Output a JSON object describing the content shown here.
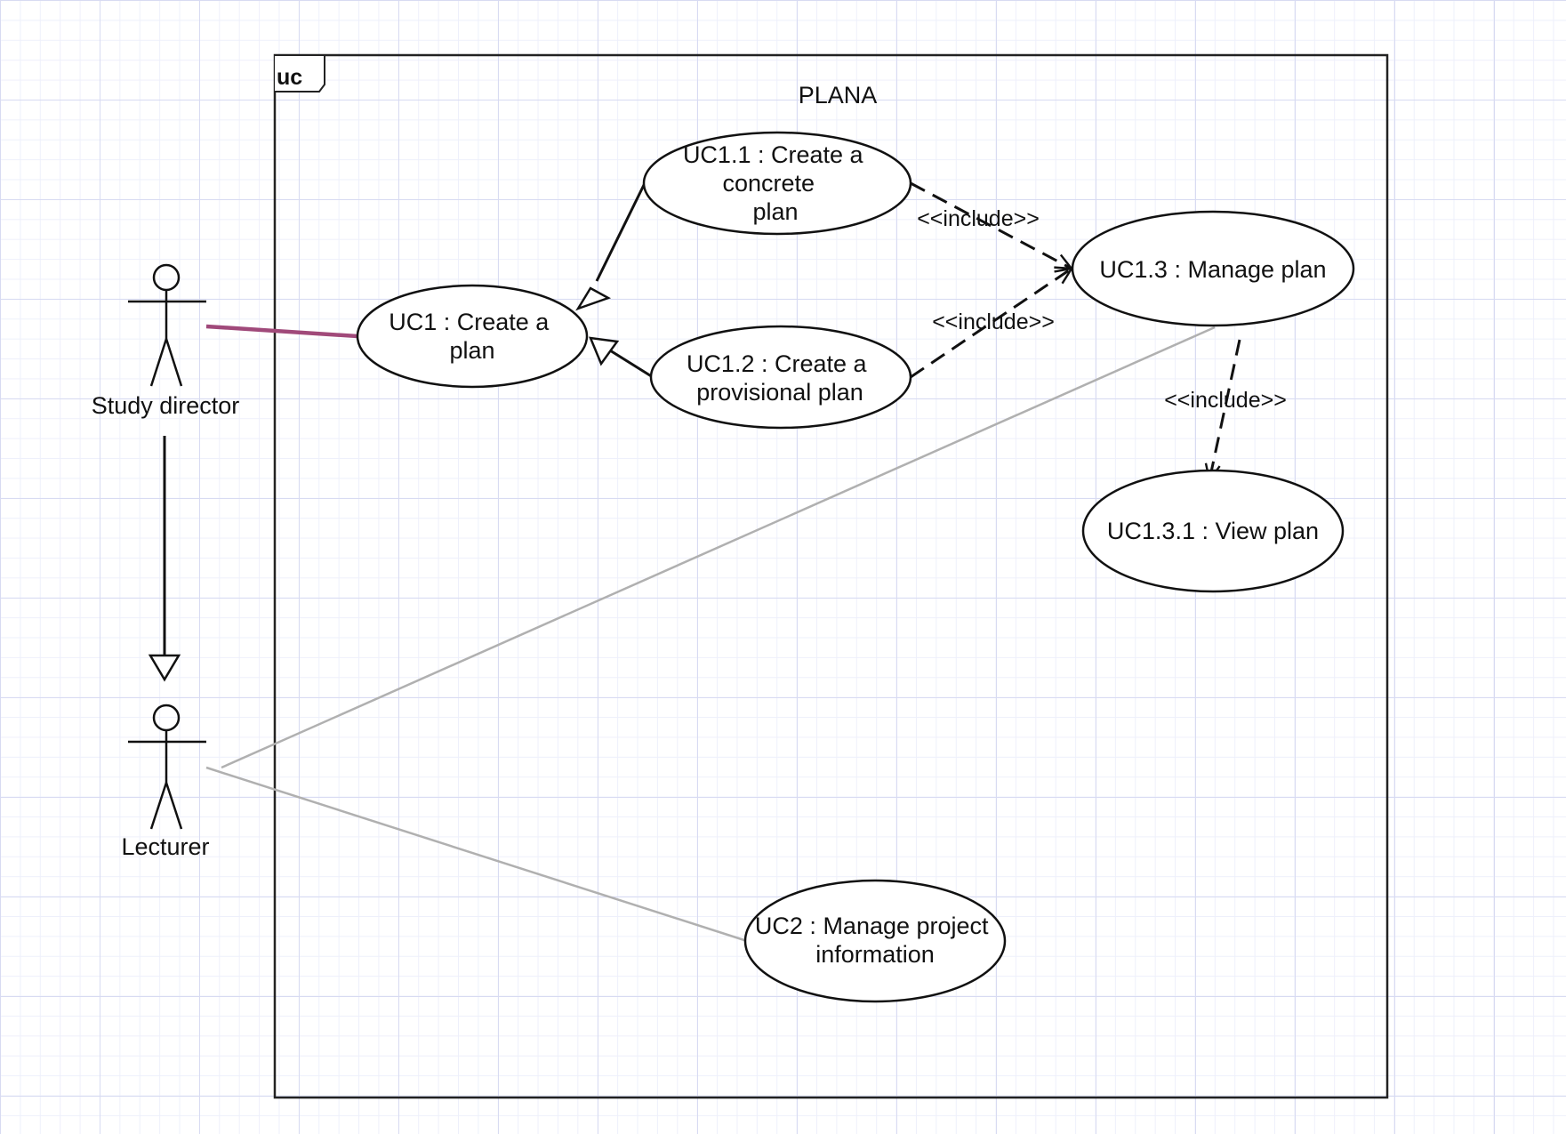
{
  "diagram": {
    "frame_tag": "uc",
    "system_name": "PLANA"
  },
  "actors": {
    "study_director": "Study director",
    "lecturer": "Lecturer"
  },
  "use_cases": {
    "uc1": [
      "UC1 : Create a",
      "plan"
    ],
    "uc1_1": [
      "UC1.1 : Create a",
      "concrete",
      "plan"
    ],
    "uc1_2": [
      "UC1.2 : Create a",
      "provisional plan"
    ],
    "uc1_3": [
      "UC1.3 : Manage plan"
    ],
    "uc1_3_1": [
      "UC1.3.1 : View plan"
    ],
    "uc2": [
      "UC2 : Manage project",
      "information"
    ]
  },
  "relationships": {
    "include_label": "<<include>>"
  },
  "colors": {
    "line": "#111111",
    "association_highlight": "#a0497a",
    "association_grey": "#b0b0b0"
  }
}
